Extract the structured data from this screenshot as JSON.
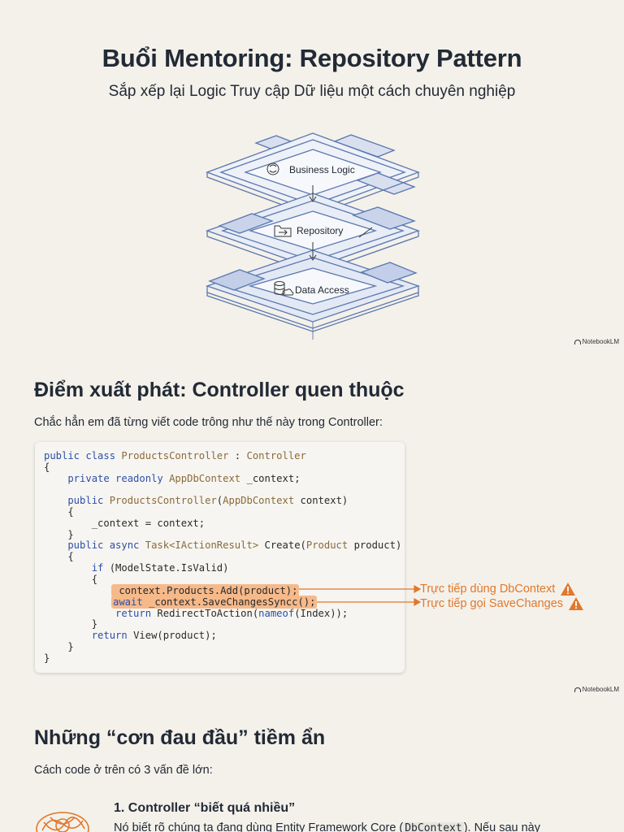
{
  "slide1": {
    "title": "Buổi Mentoring: Repository Pattern",
    "subtitle": "Sắp xếp lại Logic Truy cập Dữ liệu một cách chuyên nghiệp",
    "layers": [
      "Business Logic",
      "Repository",
      "Data Access"
    ],
    "watermark": "NotebookLM"
  },
  "slide2": {
    "heading": "Điểm xuất phát: Controller quen thuộc",
    "lead": "Chắc hẳn em đã từng viết code trông như thế này trong Controller:",
    "code": {
      "l1a": "public class ",
      "l1b": "ProductsController",
      "l1c": " : ",
      "l1d": "Controller",
      "l2": "{",
      "l3a": "    private readonly ",
      "l3b": "AppDbContext",
      "l3c": " _context;",
      "l4a": "    public ",
      "l4b": "ProductsController",
      "l4c": "(",
      "l4d": "AppDbContext",
      "l4e": " context)",
      "l5": "    {",
      "l6": "        _context = context;",
      "l7": "    }",
      "l8a": "    public async ",
      "l8b": "Task<IActionResult>",
      "l8c": " Create(",
      "l8d": "Product",
      "l8e": " product)",
      "l9": "    {",
      "l10a": "        if",
      "l10b": " (ModelState.IsValid)",
      "l11": "        {",
      "l12": "_context.Products.Add(product);",
      "l13a": "await",
      "l13b": " _context.SaveChangesSyncc();",
      "l14a": "            return",
      "l14b": " RedirectToAction(",
      "l14c": "nameof",
      "l14d": "(Index));",
      "l15": "        }",
      "l16a": "        return",
      "l16b": " View(product);",
      "l17": "    }",
      "l18": "}"
    },
    "annotations": [
      "Trực tiếp dùng DbContext",
      "Trực tiếp gọi SaveChanges"
    ],
    "watermark": "NotebookLM",
    "accent_color": "#e0782e"
  },
  "slide3": {
    "heading": "Những “cơn đau đầu” tiềm ẩn",
    "lead": "Cách code ở trên có 3 vấn đề lớn:",
    "issue1_title": "1. Controller “biết quá nhiều”",
    "issue1_text_a": "Nó biết rõ chúng ta đang dùng Entity Framework Core (",
    "issue1_code": "DbContext",
    "issue1_text_b": "). Nếu sau này"
  }
}
